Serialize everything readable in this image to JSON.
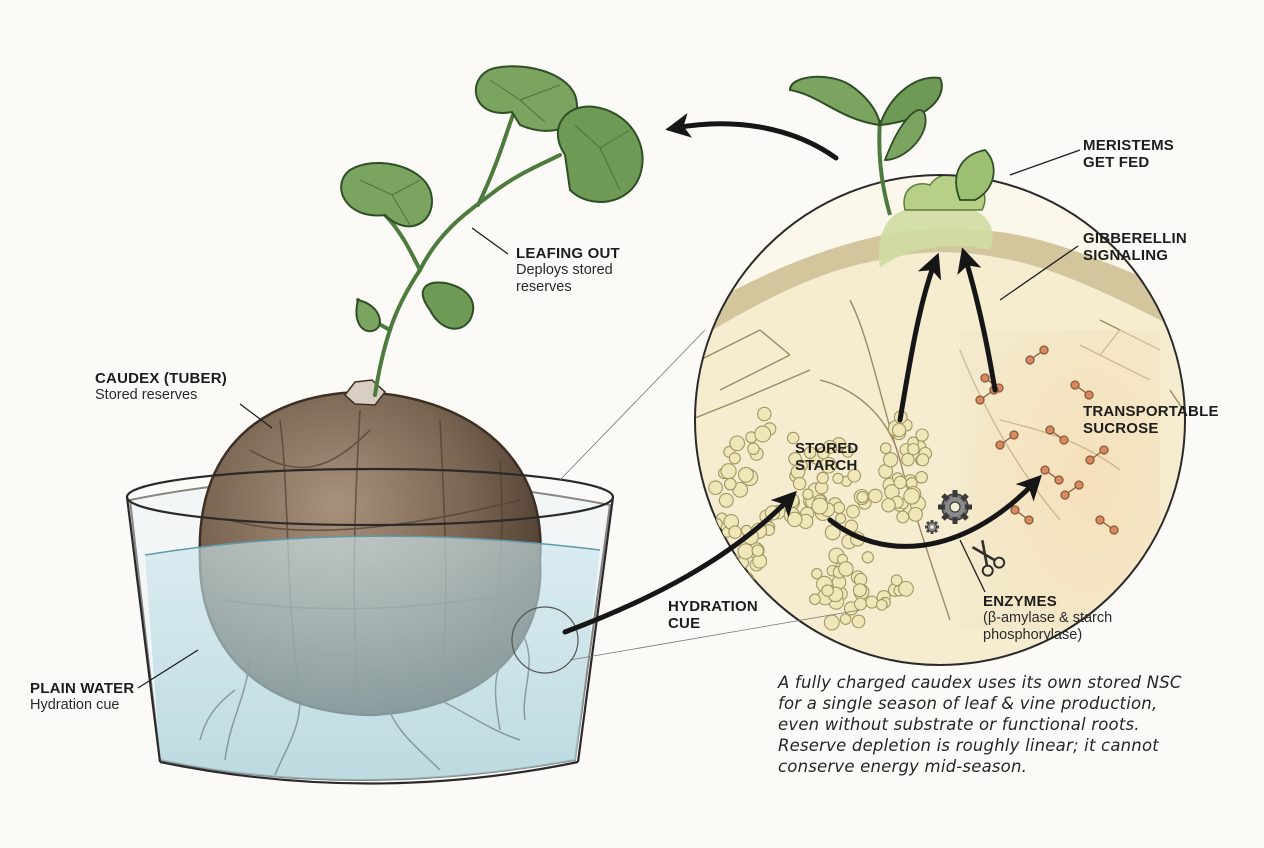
{
  "labels": {
    "leafing_out": {
      "title": "LEAFING OUT",
      "sub1": "Deploys stored",
      "sub2": "reserves"
    },
    "caudex": {
      "title": "CAUDEX (TUBER)",
      "sub": "Stored reserves"
    },
    "plain_water": {
      "title": "PLAIN WATER",
      "sub": "Hydration cue"
    },
    "hydration_cue": {
      "line1": "HYDRATION",
      "line2": "CUE"
    },
    "meristems": {
      "line1": "MERISTEMS",
      "line2": "GET FED"
    },
    "gibberellin": {
      "line1": "GIBBERELLIN",
      "line2": "SIGNALING"
    },
    "sucrose": {
      "line1": "TRANSPORTABLE",
      "line2": "SUCROSE"
    },
    "starch": {
      "line1": "STORED",
      "line2": "STARCH"
    },
    "enzymes": {
      "title": "ENZYMES",
      "sub1": "(β-amylase & starch",
      "sub2": "phosphorylase)"
    }
  },
  "note": {
    "lines": [
      "A fully charged caudex uses its own stored NSC",
      "for a single season of leaf & vine production,",
      "even without substrate or functional roots.",
      "Reserve depletion is roughly linear; it cannot",
      "conserve energy mid-season."
    ]
  },
  "colors": {
    "leaf": "#6f9a55",
    "leaf_dark": "#3f6b34",
    "tuber": "#7a6552",
    "tuber_dark": "#4e3d30",
    "water": "#b9dbe3",
    "starch": "#efe7b8",
    "sucrose": "#d9895f",
    "ink": "#1d1d1d",
    "cell_wall": "#8d7a4e"
  },
  "icons": [
    "gear-icon",
    "small-gear-icon",
    "scissors-icon"
  ]
}
